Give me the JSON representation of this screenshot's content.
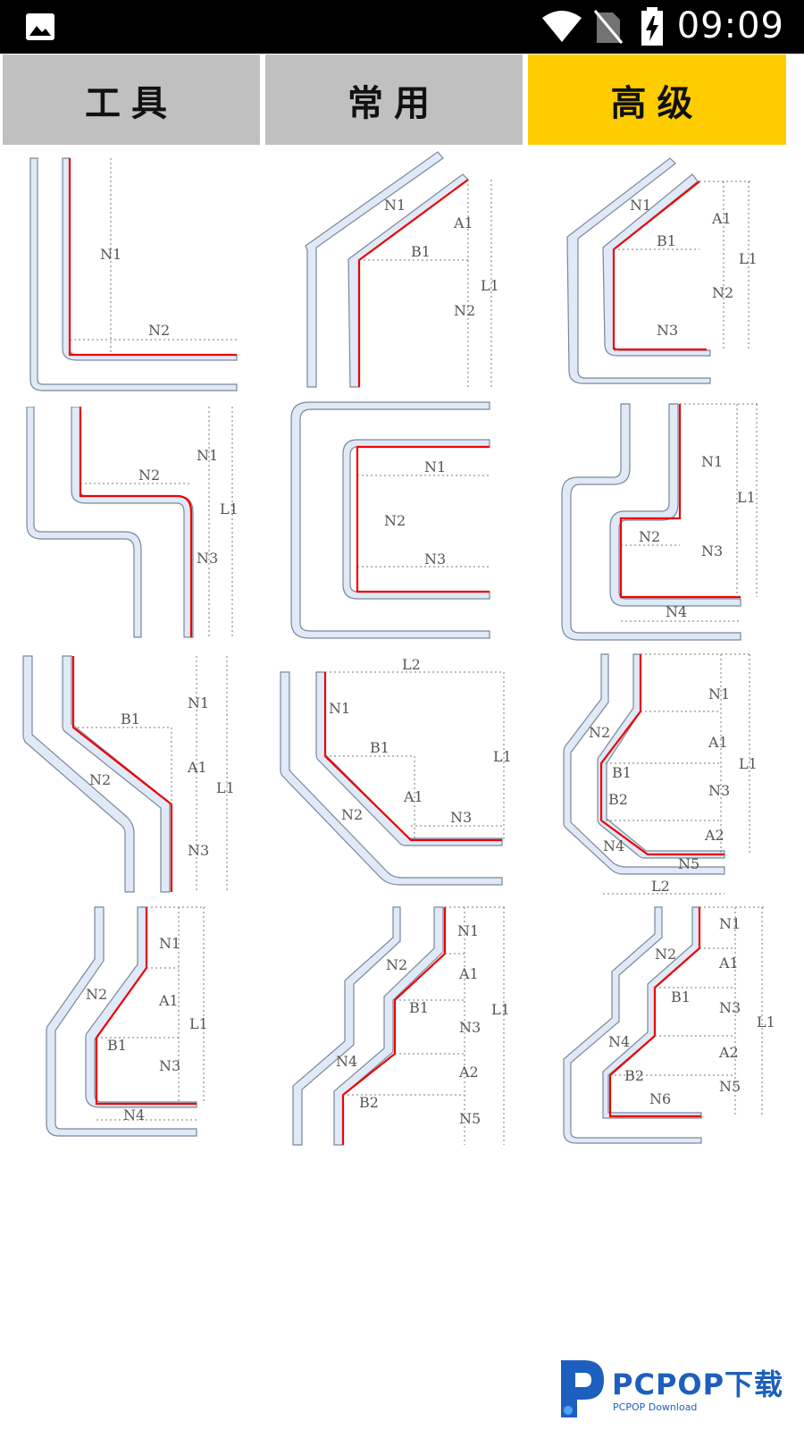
{
  "status_bar": {
    "time": "09:09",
    "icons": [
      "image-icon",
      "wifi-icon",
      "no-sim-icon",
      "battery-charging-icon"
    ]
  },
  "tabs": [
    {
      "label": "工具",
      "active": false
    },
    {
      "label": "常用",
      "active": false
    },
    {
      "label": "高级",
      "active": true
    }
  ],
  "colors": {
    "active_tab": "#ffcc00",
    "inactive_tab": "#c0c0c0",
    "bend_line": "#e00000"
  },
  "diagrams": [
    {
      "labels": [
        "N1",
        "N2"
      ]
    },
    {
      "labels": [
        "N1",
        "A1",
        "B1",
        "L1",
        "N2"
      ]
    },
    {
      "labels": [
        "N1",
        "A1",
        "B1",
        "L1",
        "N2",
        "N3"
      ]
    },
    {
      "labels": [
        "N1",
        "N2",
        "L1",
        "N3"
      ]
    },
    {
      "labels": [
        "N1",
        "N2",
        "N3"
      ]
    },
    {
      "labels": [
        "N1",
        "L1",
        "N2",
        "N3",
        "N4"
      ]
    },
    {
      "labels": [
        "N1",
        "B1",
        "A1",
        "L1",
        "N2",
        "N3"
      ]
    },
    {
      "labels": [
        "L2",
        "N1",
        "L1",
        "B1",
        "A1",
        "N2",
        "N3"
      ]
    },
    {
      "labels": [
        "N1",
        "N2",
        "A1",
        "L1",
        "B1",
        "N3",
        "B2",
        "A2",
        "N4",
        "N5",
        "L2"
      ]
    },
    {
      "labels": [
        "N1",
        "N2",
        "A1",
        "L1",
        "B1",
        "N3",
        "N4"
      ]
    },
    {
      "labels": [
        "N1",
        "N2",
        "A1",
        "B1",
        "L1",
        "N3",
        "N4",
        "A2",
        "B2",
        "N5"
      ]
    },
    {
      "labels": [
        "N1",
        "N2",
        "A1",
        "B1",
        "N3",
        "L1",
        "N4",
        "A2",
        "B2",
        "N5",
        "N6"
      ]
    }
  ],
  "watermark": {
    "title": "PCPOP下载",
    "subtitle": "PCPOP Download"
  }
}
